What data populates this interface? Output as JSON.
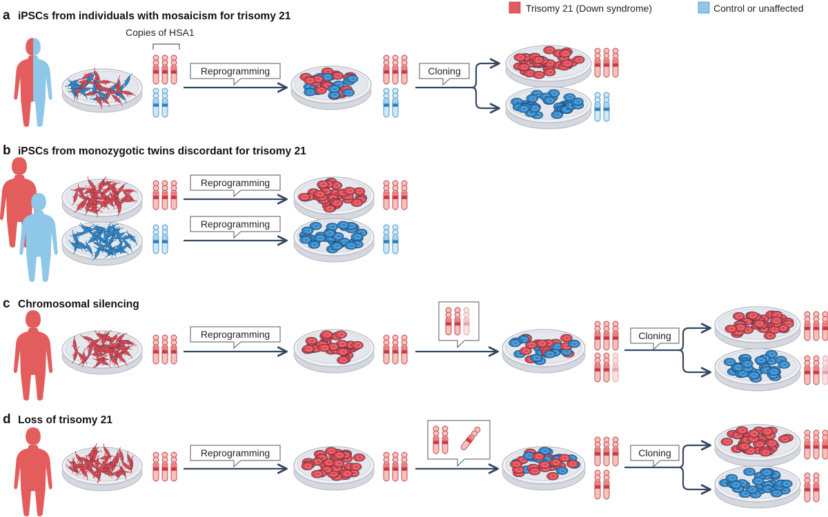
{
  "legend": {
    "trisomy_label": "Trisomy 21 (Down syndrome)",
    "control_label": "Control or unaffected"
  },
  "panels": {
    "a": {
      "letter": "a",
      "title": "iPSCs from individuals with mosaicism for trisomy 21",
      "annotation": "Copies of HSA1"
    },
    "b": {
      "letter": "b",
      "title": "iPSCs from monozygotic twins discordant for trisomy 21"
    },
    "c": {
      "letter": "c",
      "title": "Chromosomal silencing"
    },
    "d": {
      "letter": "d",
      "title": "Loss of trisomy 21"
    }
  },
  "labels": {
    "reprogramming": "Reprogramming",
    "cloning": "Cloning"
  },
  "colors": {
    "trisomy": "#e35d5d",
    "trisomy_light": "#f7c1bd",
    "trisomy_band": "#c7394a",
    "control": "#8fc7e8",
    "control_light": "#cfe8f6",
    "control_band": "#2f7fc0",
    "cell_red": "#e0464e",
    "cell_blue": "#2f86c8",
    "arrow": "#334560",
    "dish_rim": "#c9ccd3",
    "dish_fill": "#eef0f4"
  }
}
